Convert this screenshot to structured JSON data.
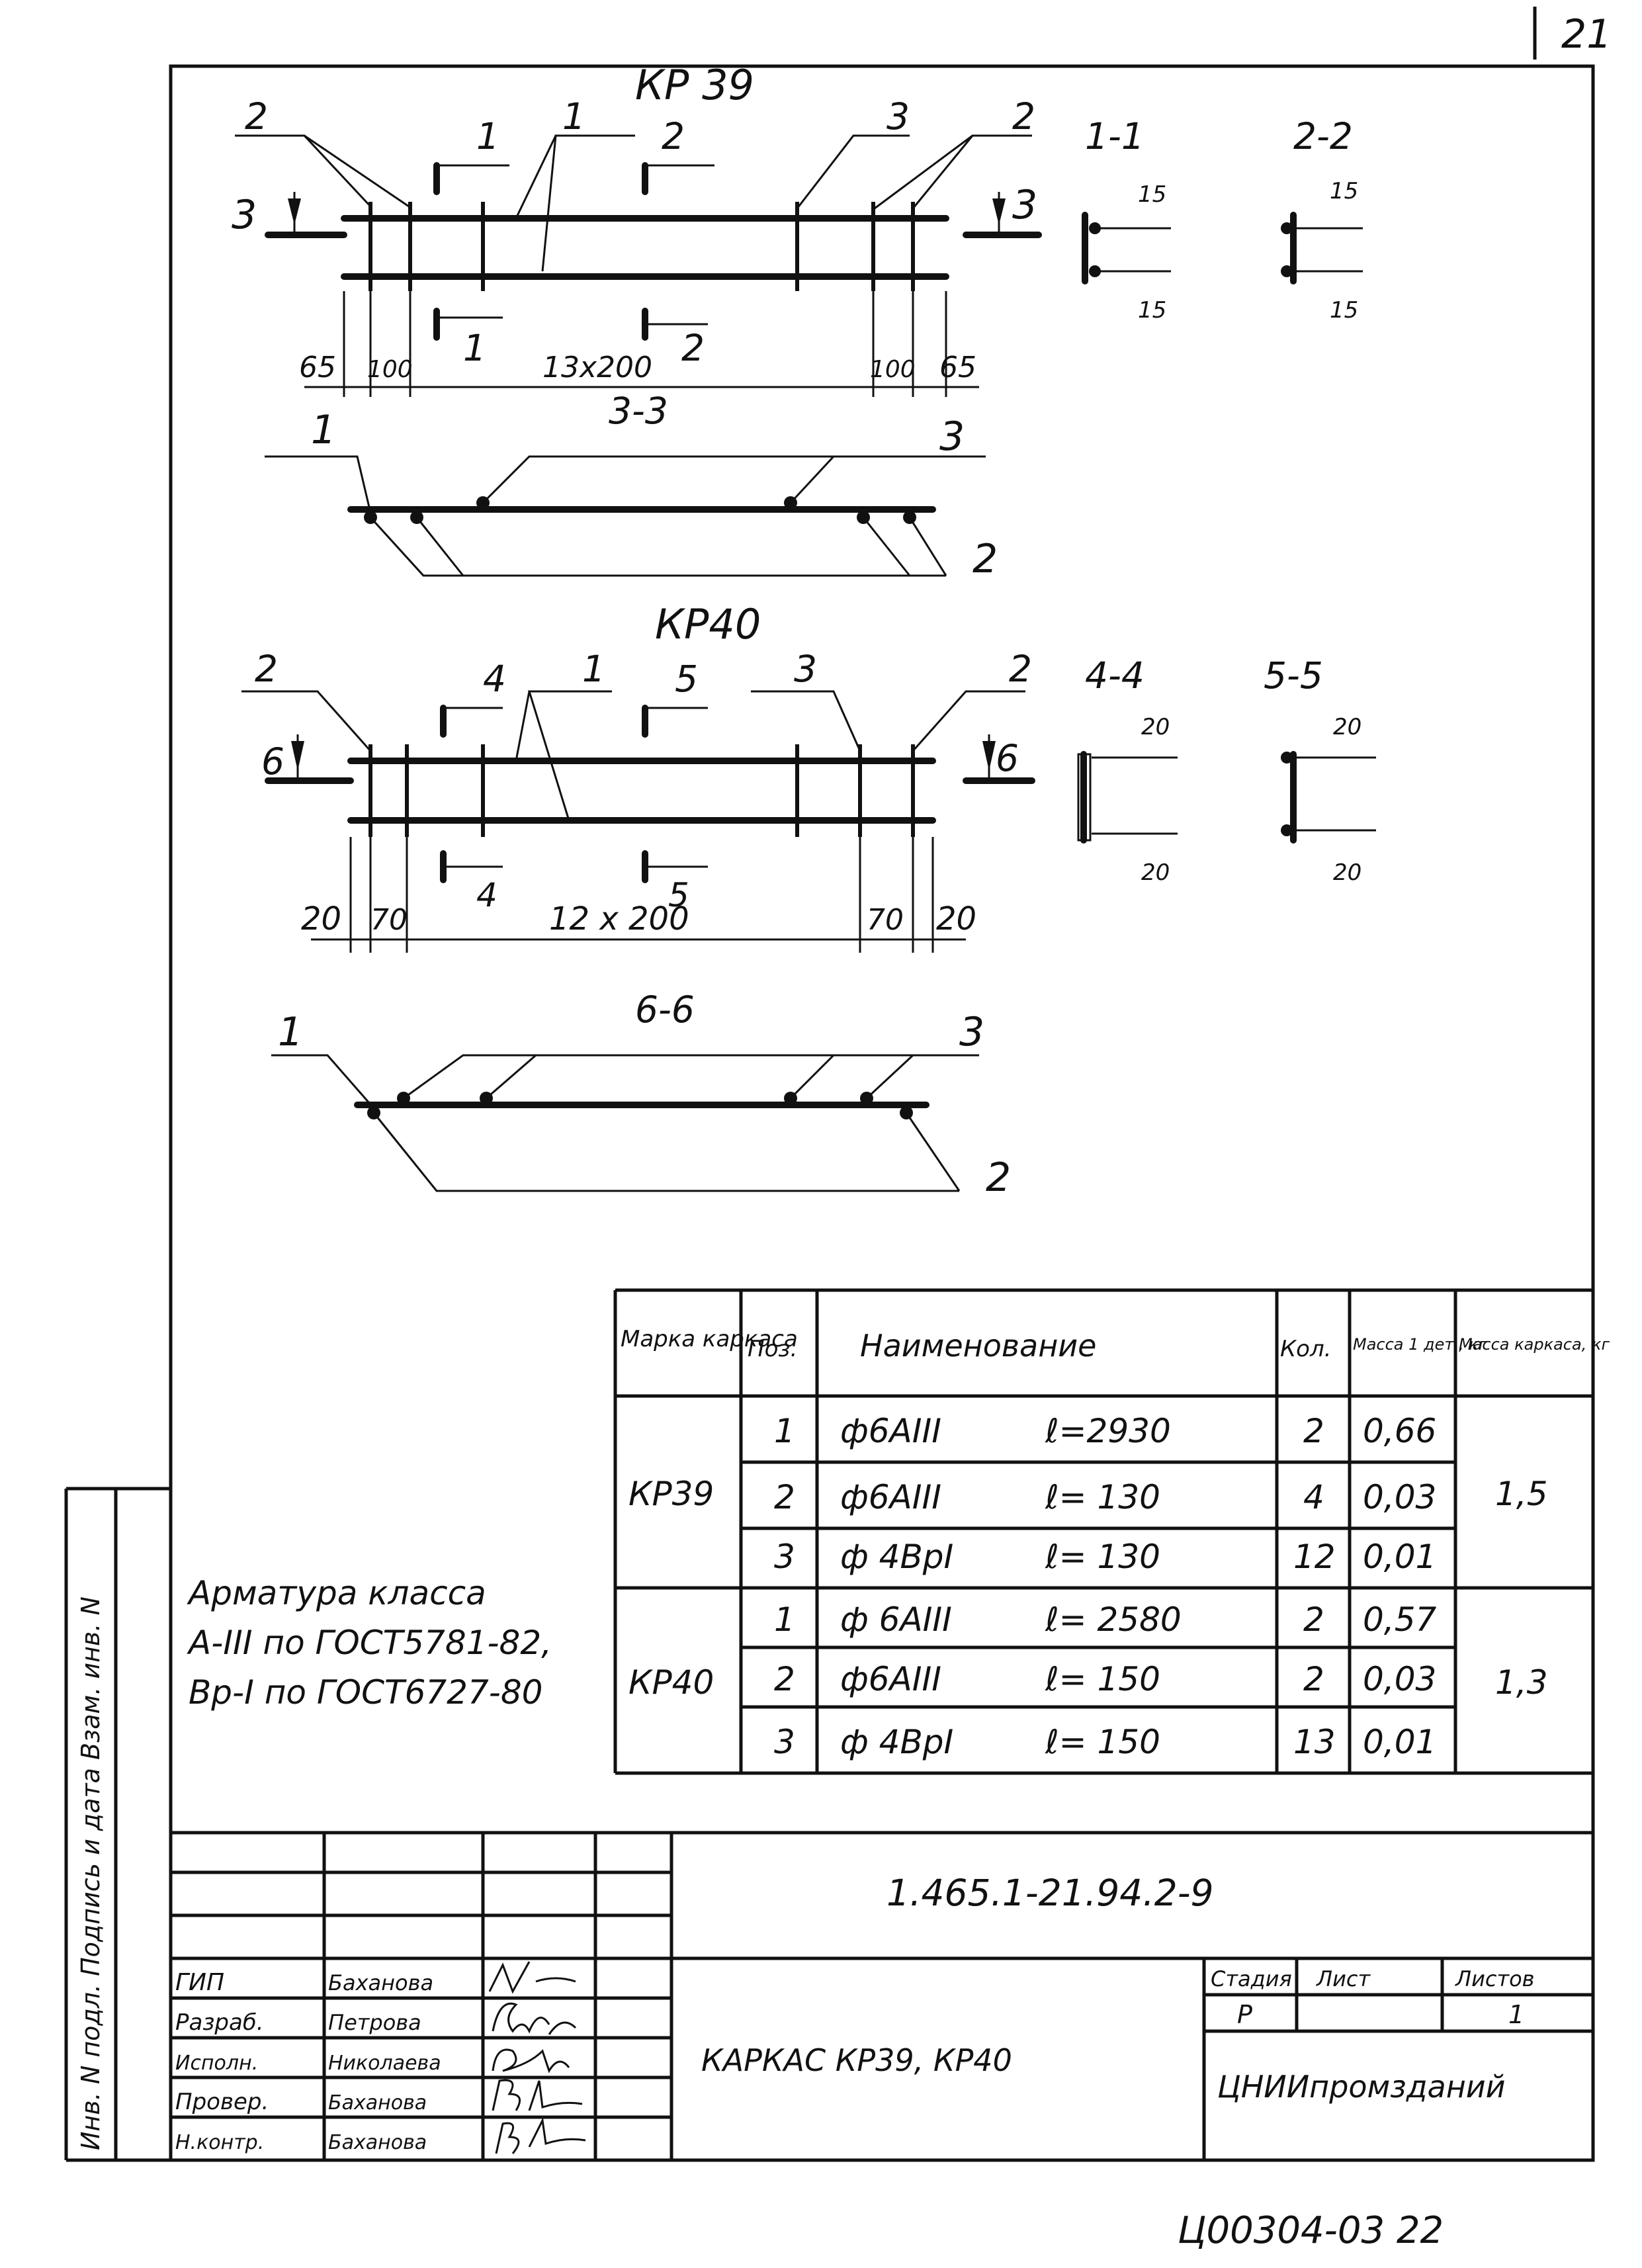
{
  "sheet": {
    "page_number": "21",
    "bottom_code": "Ц00304-03  22",
    "doc_number": "1.465.1-21.94.2-9",
    "title": "КАРКАС КР39, КР40",
    "org": "ЦНИИпромзданий",
    "stage_header": "Стадия",
    "sheet_header": "Лист",
    "sheets_header": "Листов",
    "stage": "Р",
    "sheets": "1",
    "side_label": "Инв. N подл. Подпись и дата Взам. инв. N"
  },
  "kr39": {
    "title": "КР 39",
    "sec11": "1-1",
    "sec22": "2-2",
    "sec33": "3-3",
    "dim_left_end": "65",
    "dim_left_step": "100",
    "dim_mid": "13х200",
    "dim_right_step": "100",
    "dim_right_end": "65",
    "cover_top": "15",
    "cover_bottom": "15",
    "pos1": "1",
    "pos2": "2",
    "pos3": "3",
    "cut1": "1",
    "cut2": "2",
    "cut3": "3"
  },
  "kr40": {
    "title": "КР40",
    "sec44": "4-4",
    "sec55": "5-5",
    "sec66": "6-6",
    "dim_left_end": "20",
    "dim_left_step": "70",
    "dim_mid": "12 х 200",
    "dim_right_step": "70",
    "dim_right_end": "20",
    "cover_top": "20",
    "cover_bottom": "20",
    "pos1": "1",
    "pos2": "2",
    "pos3": "3",
    "cut4": "4",
    "cut5": "5",
    "cut6": "6"
  },
  "notes": {
    "line1": "Арматура класса",
    "line2": "А-III по ГОСТ5781-82,",
    "line3": "Вр-I по ГОСТ6727-80"
  },
  "spec": {
    "headers": {
      "mark": "Марка каркаса",
      "pos": "Поз.",
      "name": "Наименование",
      "qty": "Кол.",
      "mass_detail": "Масса 1 дет., кг",
      "mass_frame": "Масса каркаса, кг"
    },
    "groups": [
      {
        "mark": "КР39",
        "mass_frame": "1,5",
        "rows": [
          {
            "pos": "1",
            "name": "ф6АIII",
            "len": "ℓ=2930",
            "qty": "2",
            "mass": "0,66"
          },
          {
            "pos": "2",
            "name": "ф6АIII",
            "len": "ℓ= 130",
            "qty": "4",
            "mass": "0,03"
          },
          {
            "pos": "3",
            "name": "ф 4ВрI",
            "len": "ℓ= 130",
            "qty": "12",
            "mass": "0,01"
          }
        ]
      },
      {
        "mark": "КР40",
        "mass_frame": "1,3",
        "rows": [
          {
            "pos": "1",
            "name": "ф 6АIII",
            "len": "ℓ= 2580",
            "qty": "2",
            "mass": "0,57"
          },
          {
            "pos": "2",
            "name": "ф6АIII",
            "len": "ℓ= 150",
            "qty": "2",
            "mass": "0,03"
          },
          {
            "pos": "3",
            "name": "ф 4ВрI",
            "len": "ℓ= 150",
            "qty": "13",
            "mass": "0,01"
          }
        ]
      }
    ]
  },
  "signatures": [
    {
      "role": "ГИП",
      "name": "Баханова"
    },
    {
      "role": "Разраб.",
      "name": "Петрова"
    },
    {
      "role": "Исполн.",
      "name": "Николаева"
    },
    {
      "role": "Провер.",
      "name": "Баханова"
    },
    {
      "role": "Н.контр.",
      "name": "Баханова"
    }
  ]
}
